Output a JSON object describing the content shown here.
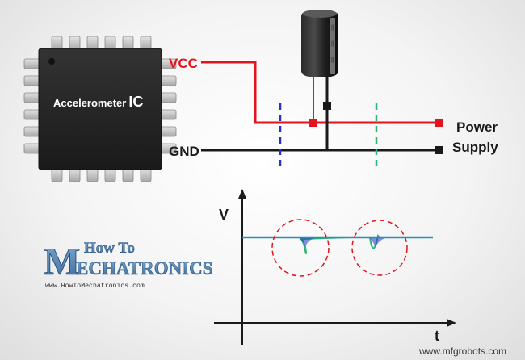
{
  "ic": {
    "name": "Accelerometer",
    "suffix": "IC"
  },
  "labels": {
    "vcc": "VCC",
    "gnd": "GND",
    "power_supply_line1": "Power",
    "power_supply_line2": "Supply"
  },
  "graph": {
    "y_axis_label": "V",
    "x_axis_label": "t"
  },
  "logo": {
    "how_to": "How To",
    "brand_initial": "M",
    "brand_rest": "ECHATRONICS",
    "url": "www.HowToMechatronics.com"
  },
  "watermark": "www.mfgrobots.com",
  "colors": {
    "vcc_wire": "#e0141c",
    "gnd_wire": "#1a1a1a",
    "blue_marker": "#2233cc",
    "green_marker": "#2bb673",
    "baseline": "#2a8fb8",
    "noise_trace": "#2bb673",
    "highlight_circle": "#e0141c"
  }
}
